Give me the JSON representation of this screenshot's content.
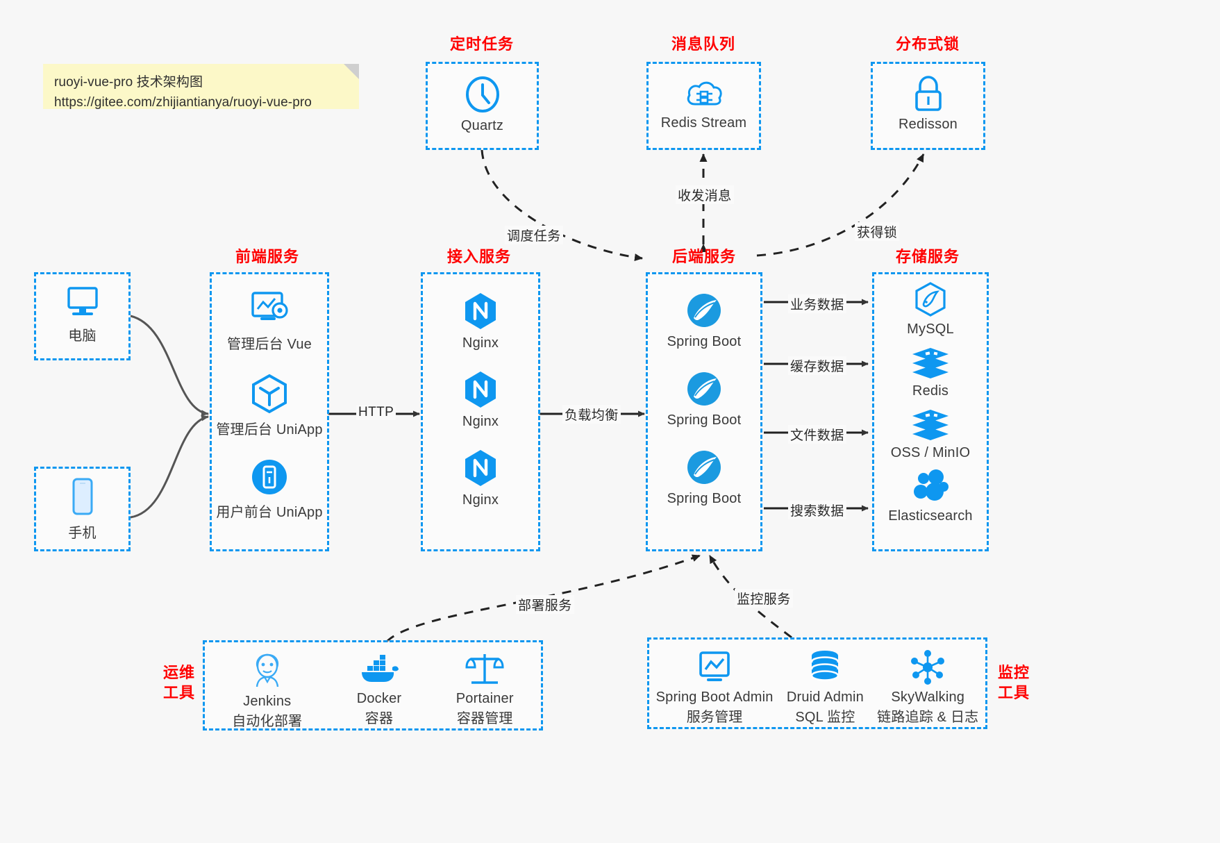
{
  "note": {
    "line1": "ruoyi-vue-pro 技术架构图",
    "line2": "https://gitee.com/zhijiantianya/ruoyi-vue-pro"
  },
  "colors": {
    "accent_blue": "#0e97f0",
    "heading_red": "#ff0000",
    "background": "#f7f7f7",
    "note_yellow": "#fcf8c8",
    "arrow_dark": "#333333",
    "curve_gray": "#555555"
  },
  "groups": {
    "scheduled_task": {
      "title": "定时任务"
    },
    "message_queue": {
      "title": "消息队列"
    },
    "distributed_lock": {
      "title": "分布式锁"
    },
    "frontend": {
      "title": "前端服务"
    },
    "gateway": {
      "title": "接入服务"
    },
    "backend": {
      "title": "后端服务"
    },
    "storage": {
      "title": "存储服务"
    },
    "devops": {
      "title_line1": "运维",
      "title_line2": "工具"
    },
    "monitor": {
      "title_line1": "监控",
      "title_line2": "工具"
    }
  },
  "clients": [
    {
      "label": "电脑",
      "icon": "desktop-computer-icon"
    },
    {
      "label": "手机",
      "icon": "mobile-phone-icon"
    }
  ],
  "scheduled_task_nodes": [
    {
      "label": "Quartz",
      "icon": "clock-icon"
    }
  ],
  "message_queue_nodes": [
    {
      "label": "Redis Stream",
      "icon": "cloud-stream-icon"
    }
  ],
  "distributed_lock_nodes": [
    {
      "label": "Redisson",
      "icon": "lock-icon"
    }
  ],
  "frontend_nodes": [
    {
      "label": "管理后台 Vue",
      "icon": "dashboard-settings-icon"
    },
    {
      "label": "管理后台 UniApp",
      "icon": "uniapp-hexagon-icon"
    },
    {
      "label": "用户前台 UniApp",
      "icon": "mobile-app-circle-icon"
    }
  ],
  "gateway_nodes": [
    {
      "label": "Nginx",
      "icon": "nginx-icon"
    },
    {
      "label": "Nginx",
      "icon": "nginx-icon"
    },
    {
      "label": "Nginx",
      "icon": "nginx-icon"
    }
  ],
  "backend_nodes": [
    {
      "label": "Spring Boot",
      "icon": "spring-boot-icon"
    },
    {
      "label": "Spring Boot",
      "icon": "spring-boot-icon"
    },
    {
      "label": "Spring Boot",
      "icon": "spring-boot-icon"
    }
  ],
  "storage_nodes": [
    {
      "label": "MySQL",
      "icon": "mysql-icon"
    },
    {
      "label": "Redis",
      "icon": "redis-icon"
    },
    {
      "label": "OSS / MinIO",
      "icon": "oss-minio-icon"
    },
    {
      "label": "Elasticsearch",
      "icon": "elasticsearch-icon"
    }
  ],
  "devops_nodes": [
    {
      "name": "Jenkins",
      "desc": "自动化部署",
      "icon": "jenkins-icon"
    },
    {
      "name": "Docker",
      "desc": "容器",
      "icon": "docker-icon"
    },
    {
      "name": "Portainer",
      "desc": "容器管理",
      "icon": "portainer-scales-icon"
    }
  ],
  "monitor_nodes": [
    {
      "name": "Spring Boot Admin",
      "desc": "服务管理",
      "icon": "monitor-chart-icon"
    },
    {
      "name": "Druid Admin",
      "desc": "SQL 监控",
      "icon": "database-icon"
    },
    {
      "name": "SkyWalking",
      "desc": "链路追踪 & 日志",
      "icon": "skywalking-icon"
    }
  ],
  "edges": {
    "http": "HTTP",
    "load_balance": "负载均衡",
    "schedule_task": "调度任务",
    "send_receive_message": "收发消息",
    "acquire_lock": "获得锁",
    "business_data": "业务数据",
    "cache_data": "缓存数据",
    "file_data": "文件数据",
    "search_data": "搜索数据",
    "deploy_service": "部署服务",
    "monitor_service": "监控服务"
  }
}
